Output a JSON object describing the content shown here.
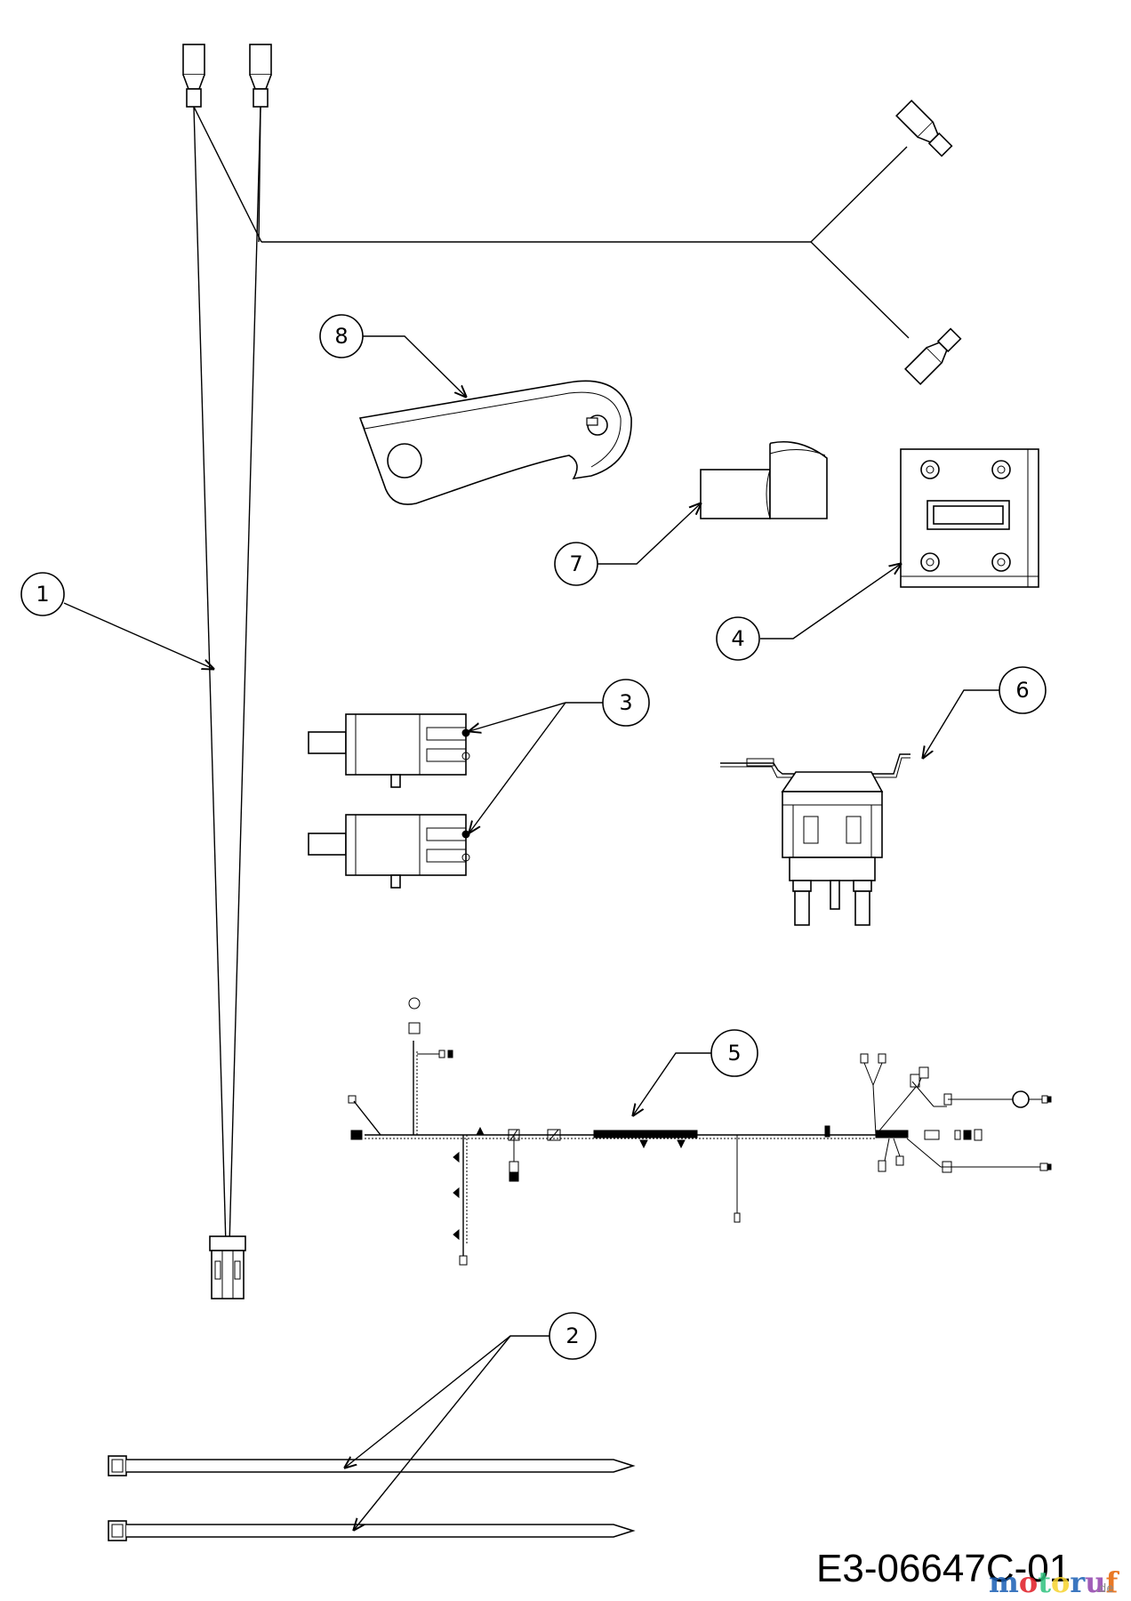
{
  "callouts": {
    "c1": "1",
    "c2": "2",
    "c3": "3",
    "c4": "4",
    "c5": "5",
    "c6": "6",
    "c7": "7",
    "c8": "8"
  },
  "drawing_number": "E3-06647C-01",
  "watermark": {
    "name": "motoruf",
    "suffix": ".de",
    "colors": [
      "#1a5fb4",
      "#e01b24",
      "#2ec27e",
      "#f6d32d",
      "#1a5fb4",
      "#9141ac",
      "#e66100"
    ]
  }
}
